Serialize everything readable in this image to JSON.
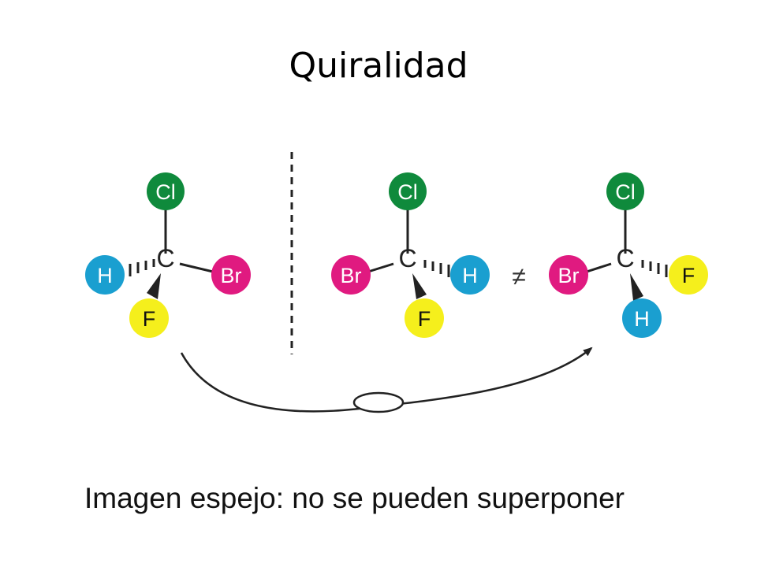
{
  "slide": {
    "title": "Quiralidad",
    "caption": "Imagen espejo: no se pueden superponer"
  },
  "atoms": {
    "cl": "Cl",
    "h": "H",
    "br": "Br",
    "f": "F",
    "c": "C"
  },
  "symbols": {
    "not_equal": "≠"
  },
  "colors": {
    "cl": "#0f8a3c",
    "h": "#1a9fd0",
    "br": "#e01a80",
    "f": "#f5ef1c",
    "bond": "#222222"
  }
}
